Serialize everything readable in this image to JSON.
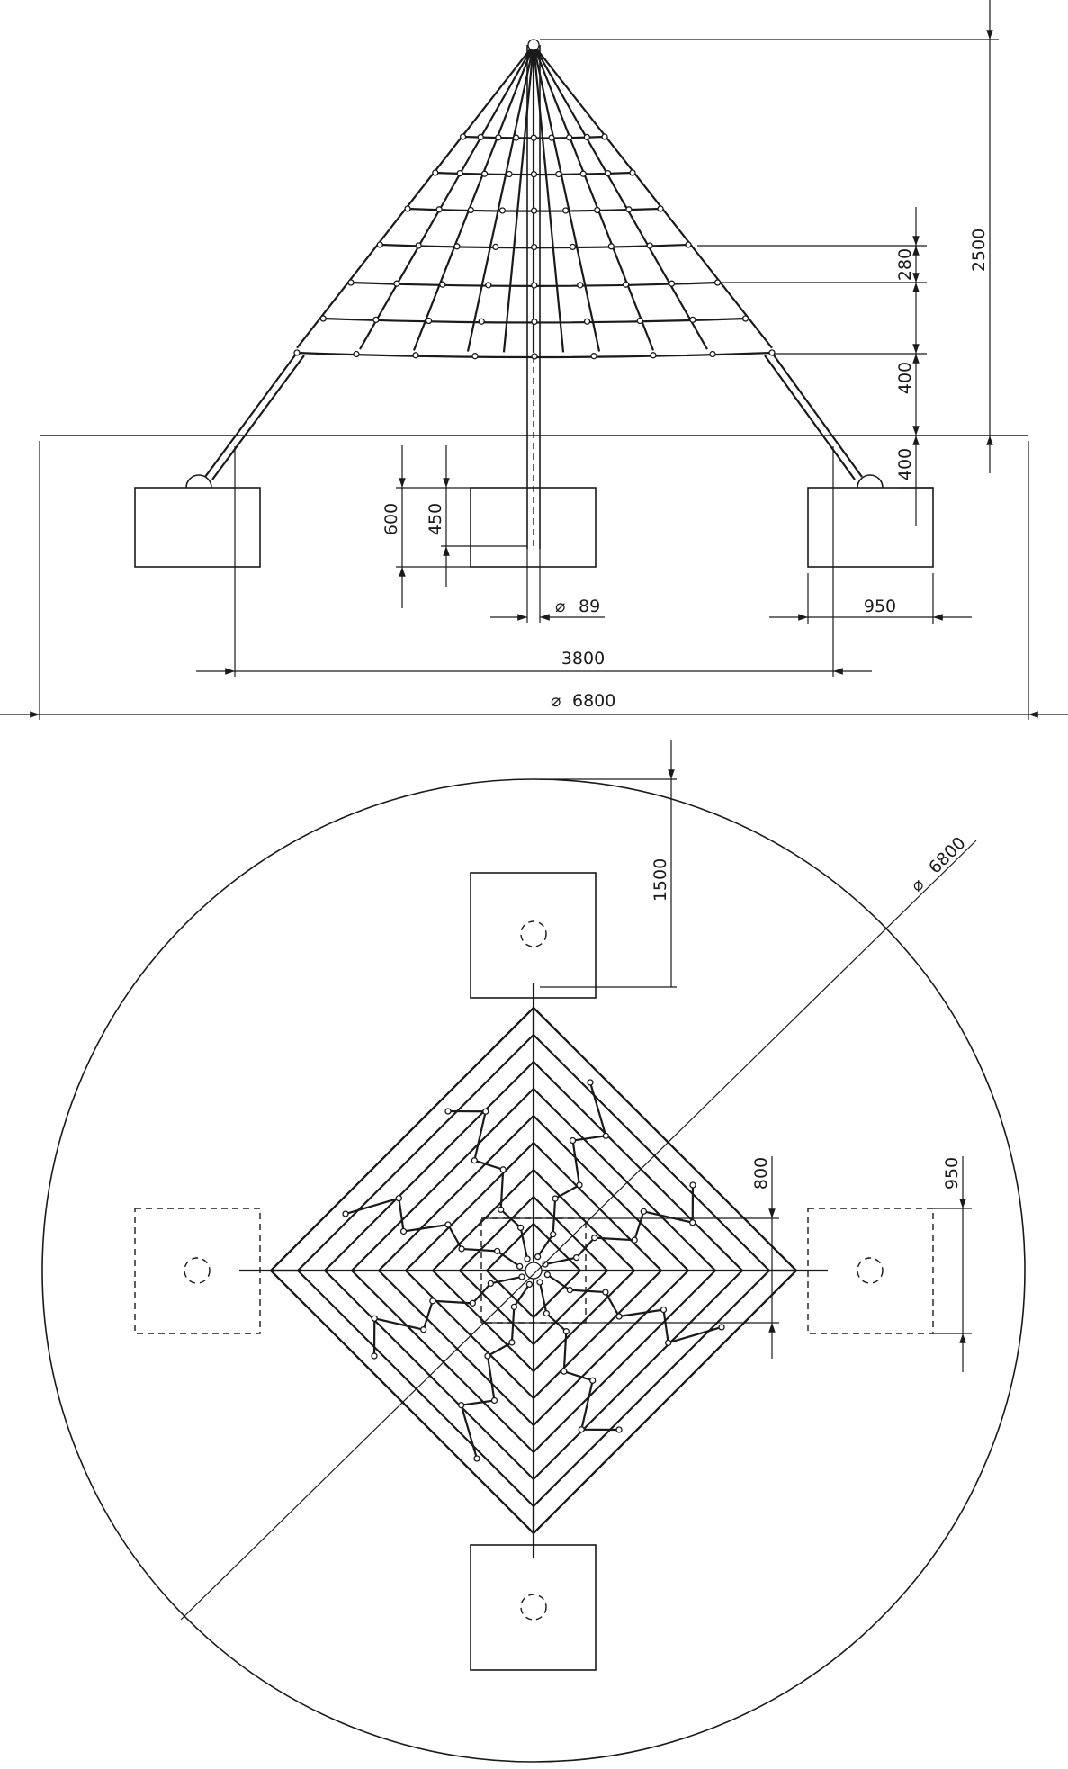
{
  "elevation": {
    "height_total": "2500",
    "spacing_top": "280",
    "spacing_mid": "400",
    "spacing_bottom": "400",
    "footing_depth": "600",
    "post_embed": "450",
    "post_diameter": "89",
    "footing_width": "950",
    "anchor_span": "3800",
    "overall_diameter": "6800"
  },
  "plan": {
    "footing_offset": "1500",
    "overall_diameter": "6800",
    "footing_size": "950",
    "inner_square": "800"
  },
  "symbols": {
    "diameter": "⌀"
  }
}
